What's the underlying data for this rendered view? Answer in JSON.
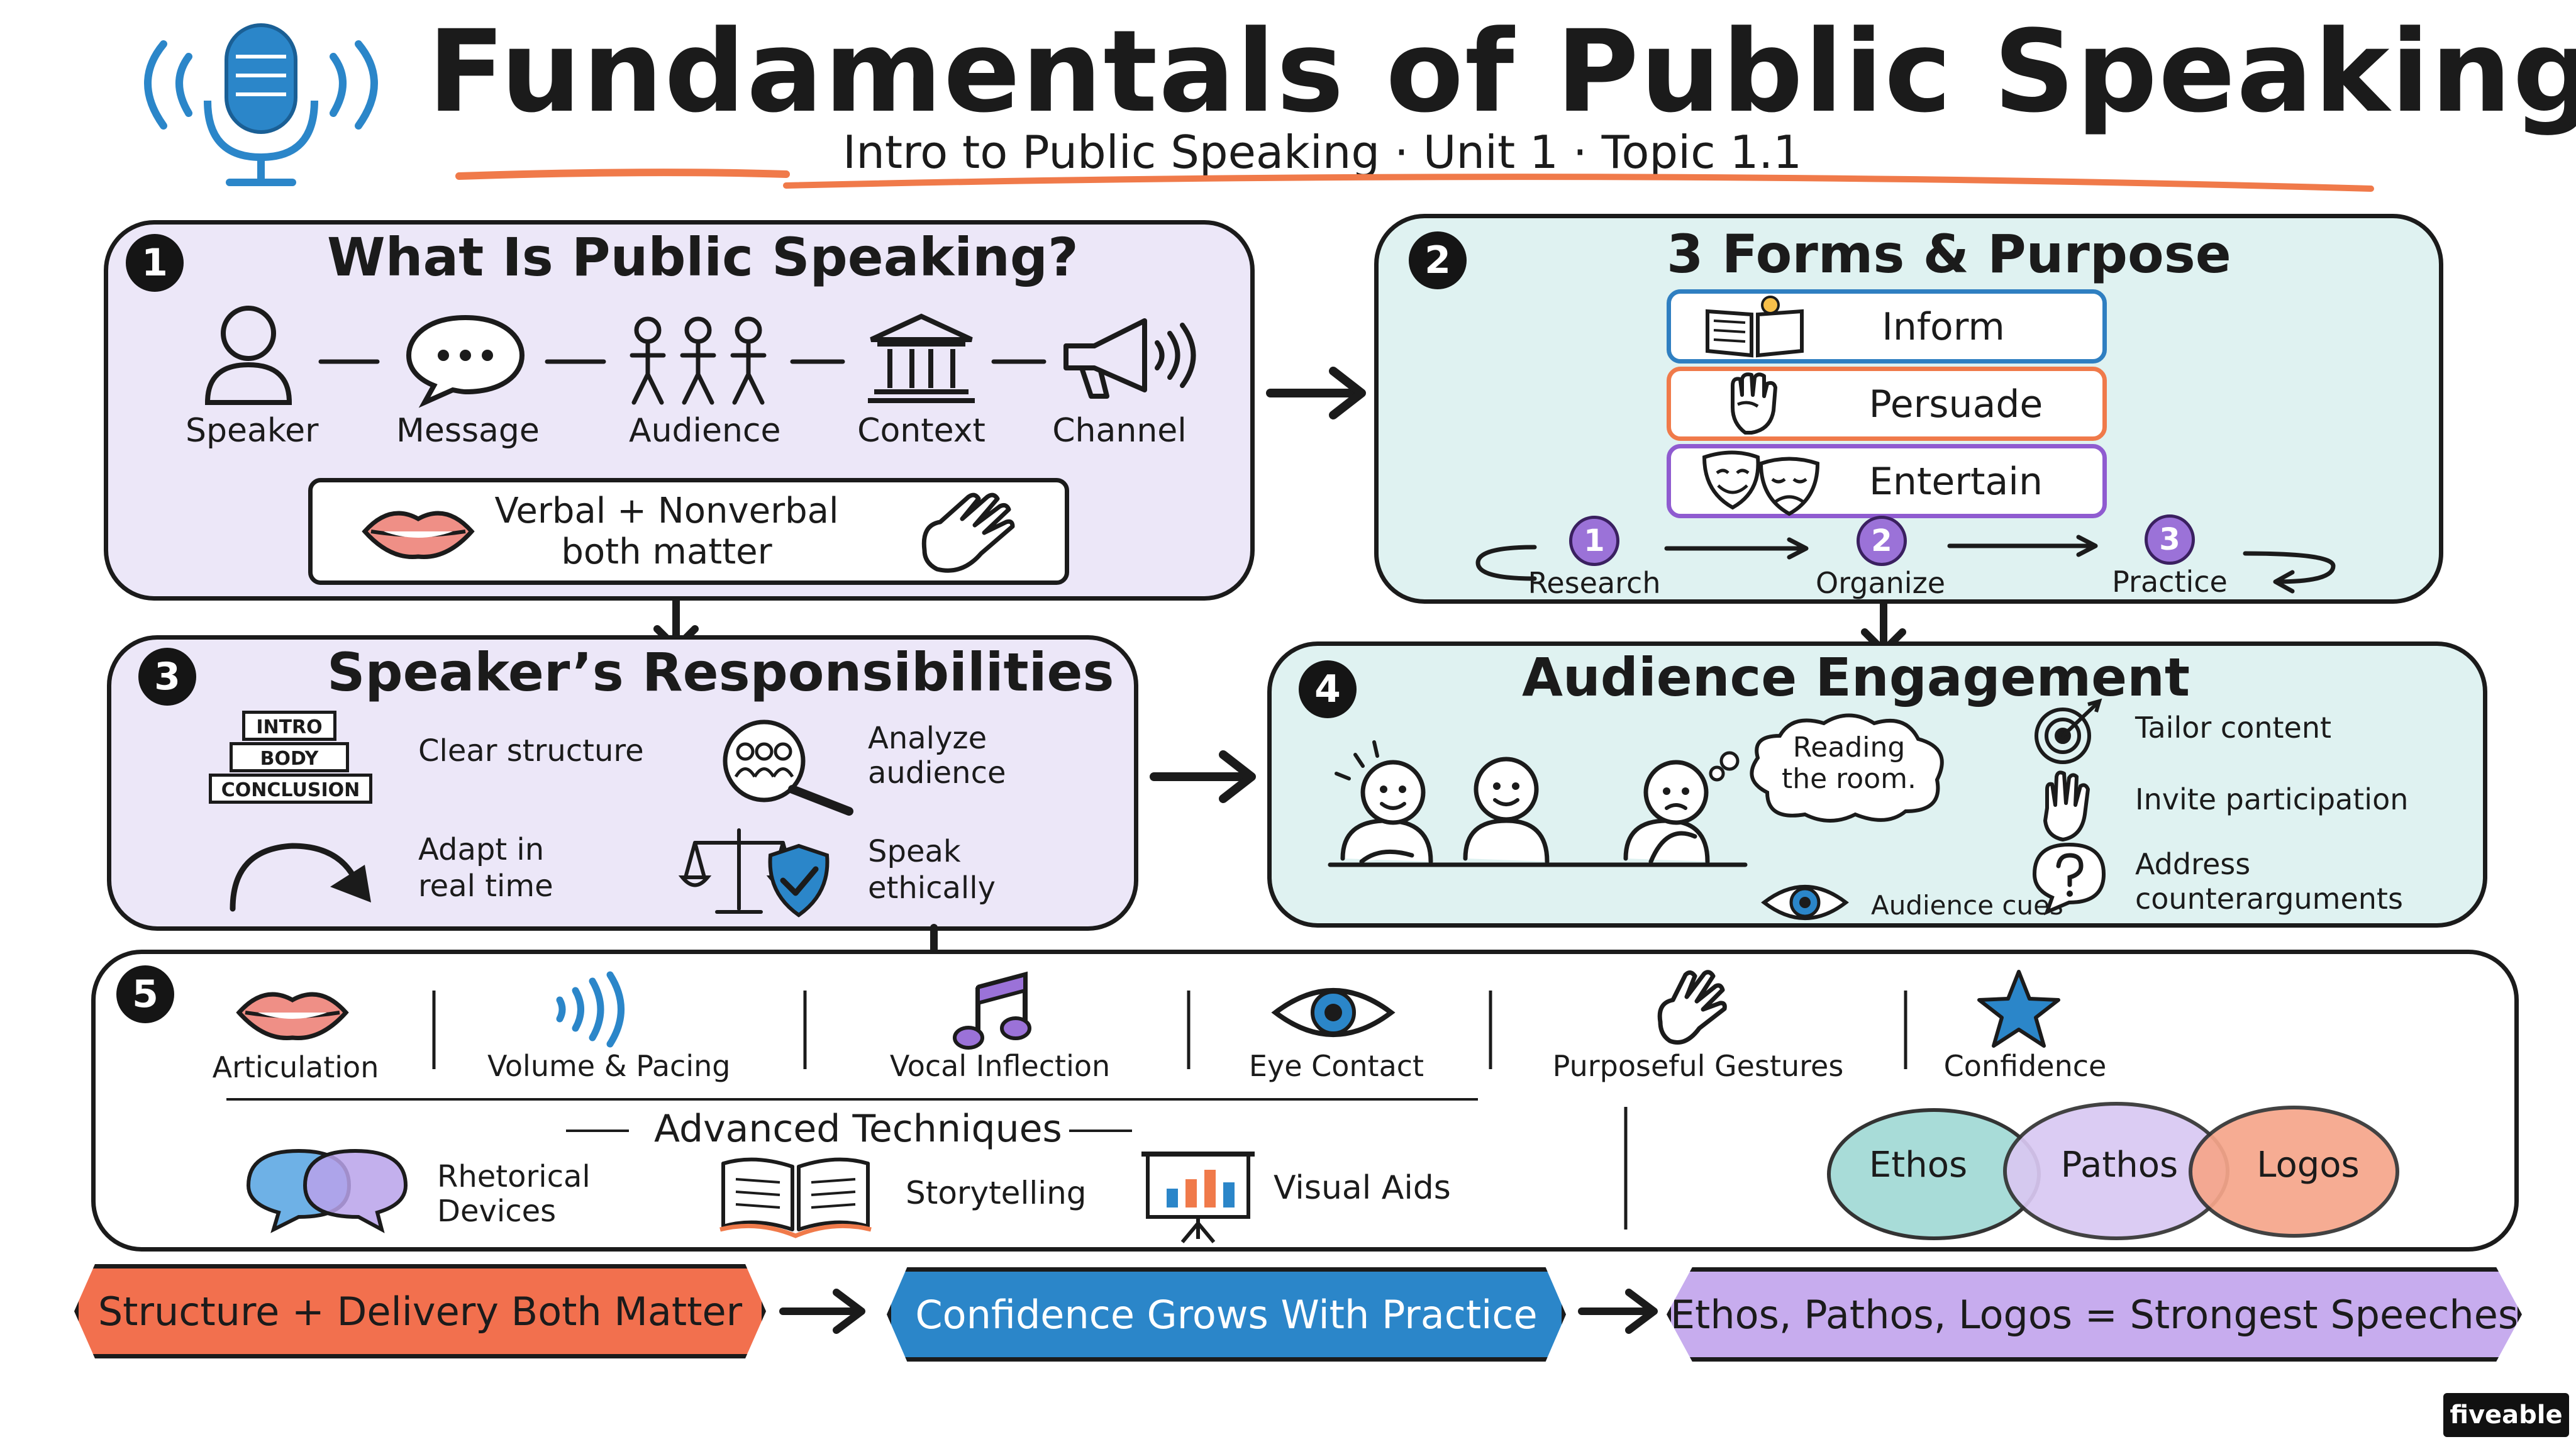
{
  "title": "Fundamentals of Public Speaking",
  "subtitle": "Intro to Public Speaking · Unit 1 · Topic 1.1",
  "panel1": {
    "badge": "1",
    "title": "What Is Public Speaking?",
    "elements": [
      "Speaker",
      "Message",
      "Audience",
      "Context",
      "Channel"
    ],
    "verbal_line1": "Verbal + Nonverbal",
    "verbal_line2": "both matter"
  },
  "panel2": {
    "badge": "2",
    "title": "3 Forms & Purpose",
    "forms": [
      {
        "label": "Inform",
        "color": "#2f7fc1"
      },
      {
        "label": "Persuade",
        "color": "#f07a4a"
      },
      {
        "label": "Entertain",
        "color": "#8f5bd0"
      }
    ],
    "steps": [
      {
        "num": "1",
        "label": "Research"
      },
      {
        "num": "2",
        "label": "Organize"
      },
      {
        "num": "3",
        "label": "Practice"
      }
    ]
  },
  "panel3": {
    "badge": "3",
    "title": "Speaker’s Responsibilities",
    "outline": [
      "INTRO",
      "BODY",
      "CONCLUSION"
    ],
    "items": {
      "structure": "Clear structure",
      "analyze_1": "Analyze",
      "analyze_2": "audience",
      "adapt_1": "Adapt in",
      "adapt_2": "real time",
      "ethics_1": "Speak",
      "ethics_2": "ethically"
    }
  },
  "panel4": {
    "badge": "4",
    "title": "Audience Engagement",
    "bubble_1": "Reading",
    "bubble_2": "the room.",
    "cues": "Audience cues",
    "items": {
      "tailor": "Tailor content",
      "invite": "Invite participation",
      "address_1": "Address",
      "address_2": "counterarguments"
    }
  },
  "panel5": {
    "badge": "5",
    "delivery": [
      "Articulation",
      "Volume & Pacing",
      "Vocal Inflection",
      "Eye Contact",
      "Purposeful Gestures",
      "Confidence"
    ],
    "advanced_title": "Advanced Techniques",
    "rhetorical_1": "Rhetorical",
    "rhetorical_2": "Devices",
    "storytelling": "Storytelling",
    "visual_aids": "Visual Aids",
    "appeals": [
      {
        "label": "Ethos",
        "color": "#a8dcd8"
      },
      {
        "label": "Pathos",
        "color": "#d9c8f2"
      },
      {
        "label": "Logos",
        "color": "#f6a58a"
      }
    ]
  },
  "banners": [
    {
      "label": "Structure + Delivery Both Matter",
      "color": "#f2704e"
    },
    {
      "label": "Confidence Grows With Practice",
      "color": "#2b86c9"
    },
    {
      "label": "Ethos, Pathos, Logos = Strongest Speeches",
      "color": "#c7acee"
    }
  ],
  "logo": "fiveable",
  "colors": {
    "accent_orange": "#f07a4a",
    "accent_blue": "#2b86c9",
    "accent_purple": "#8f5bd0",
    "lavender_panel": "#ece7f8",
    "cyan_panel": "#dff2f1"
  },
  "icons": [
    "microphone-icon",
    "speaker-person-icon",
    "speech-bubble-icon",
    "audience-icon",
    "building-icon",
    "megaphone-icon",
    "lips-icon",
    "hand-icon",
    "book-icon",
    "fist-icon",
    "theater-masks-icon",
    "magnifier-icon",
    "curved-arrow-icon",
    "scales-icon",
    "shield-check-icon",
    "target-icon",
    "hand-raised-icon",
    "question-icon",
    "eye-icon",
    "sound-waves-icon",
    "music-note-icon",
    "star-icon",
    "speech-bubbles-icon",
    "open-book-icon",
    "presentation-board-icon"
  ]
}
